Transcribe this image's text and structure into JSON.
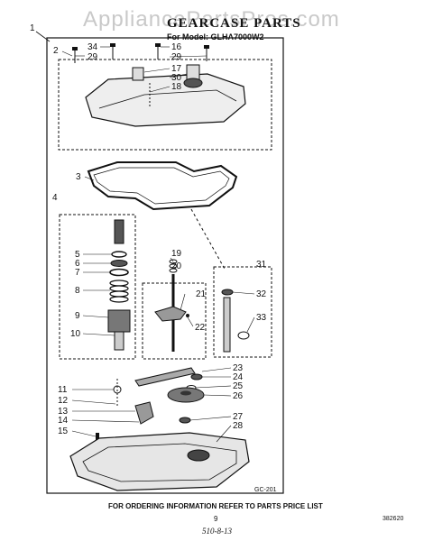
{
  "watermark": "AppliancePartsPros.com",
  "title": "GEARCASE PARTS",
  "subtitle": "For Model: GLHA7000W2",
  "footer": "FOR ORDERING INFORMATION REFER TO PARTS PRICE LIST",
  "page_number": "9",
  "hand_note": "510-8-13",
  "drawing_code": "GC-201",
  "doc_code": "382620",
  "callouts": [
    {
      "id": "c1",
      "label": "1"
    },
    {
      "id": "c2",
      "label": "2"
    },
    {
      "id": "c34",
      "label": "34"
    },
    {
      "id": "c29a",
      "label": "29"
    },
    {
      "id": "c16",
      "label": "16"
    },
    {
      "id": "c29b",
      "label": "29"
    },
    {
      "id": "c17",
      "label": "17"
    },
    {
      "id": "c30",
      "label": "30"
    },
    {
      "id": "c18",
      "label": "18"
    },
    {
      "id": "c3",
      "label": "3"
    },
    {
      "id": "c4",
      "label": "4"
    },
    {
      "id": "c5",
      "label": "5"
    },
    {
      "id": "c6",
      "label": "6"
    },
    {
      "id": "c7",
      "label": "7"
    },
    {
      "id": "c8",
      "label": "8"
    },
    {
      "id": "c9",
      "label": "9"
    },
    {
      "id": "c10",
      "label": "10"
    },
    {
      "id": "c19",
      "label": "19"
    },
    {
      "id": "c20",
      "label": "20"
    },
    {
      "id": "c21",
      "label": "21"
    },
    {
      "id": "c22",
      "label": "22"
    },
    {
      "id": "c31",
      "label": "31"
    },
    {
      "id": "c32",
      "label": "32"
    },
    {
      "id": "c33",
      "label": "33"
    },
    {
      "id": "c23",
      "label": "23"
    },
    {
      "id": "c24",
      "label": "24"
    },
    {
      "id": "c25",
      "label": "25"
    },
    {
      "id": "c26",
      "label": "26"
    },
    {
      "id": "c11",
      "label": "11"
    },
    {
      "id": "c12",
      "label": "12"
    },
    {
      "id": "c13",
      "label": "13"
    },
    {
      "id": "c14",
      "label": "14"
    },
    {
      "id": "c15",
      "label": "15"
    },
    {
      "id": "c27",
      "label": "27"
    },
    {
      "id": "c28",
      "label": "28"
    }
  ]
}
